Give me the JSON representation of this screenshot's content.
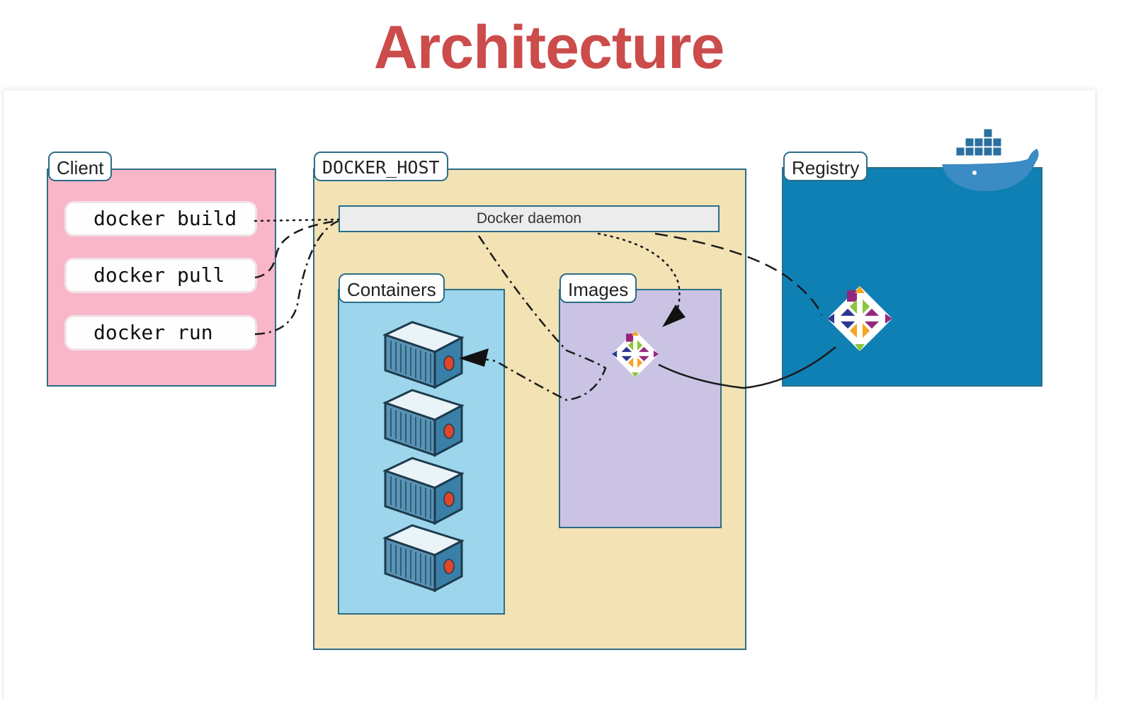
{
  "title": "Architecture",
  "client": {
    "label": "Client",
    "commands": [
      "docker build",
      "docker pull",
      "docker run"
    ]
  },
  "docker_host": {
    "label": "DOCKER_HOST",
    "daemon_label": "Docker daemon",
    "containers_label": "Containers",
    "images_label": "Images"
  },
  "registry": {
    "label": "Registry"
  },
  "colors": {
    "title": "#cc4b4b",
    "client_bg": "#f8b6c8",
    "host_bg": "#f2e2b4",
    "containers_bg": "#9dd6ec",
    "images_bg": "#cbc3e4",
    "registry_bg": "#0f80b4",
    "border": "#2c6d87"
  },
  "icons": [
    "docker-whale-logo",
    "centos-logo-icon",
    "shipping-container-icon"
  ]
}
